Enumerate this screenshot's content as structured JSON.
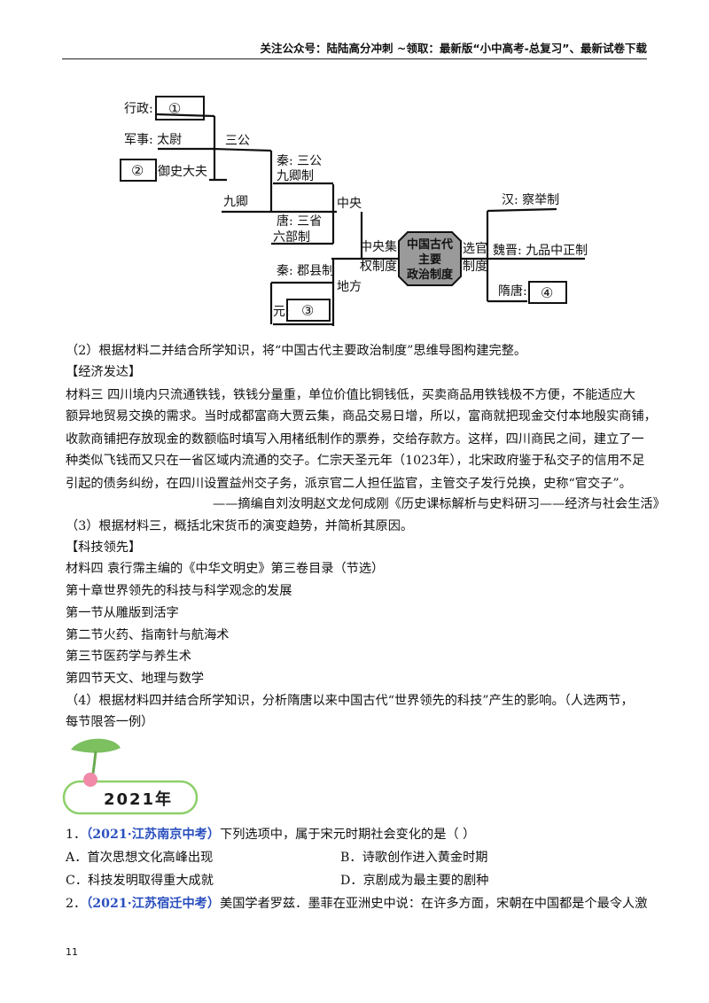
{
  "header": {
    "text": "关注公众号：陆陆高分冲刺 ~领取：最新版“小中高考-总复习”、最新试卷下载"
  },
  "diagram": {
    "xingzheng": "行政:",
    "m1": "①",
    "junshi": "军事:  太尉",
    "m2": "②",
    "yushi": "御史大夫",
    "sangong": "三公",
    "jiuqing": "九卿",
    "qin1": "秦: 三公",
    "qin2": "九卿制",
    "tang1": "唐: 三省",
    "tang2": "六部制",
    "zhongyang": "中央",
    "difang": "地方",
    "qin_jx": "秦: 郡县制",
    "yuan": "元:",
    "m3": "③",
    "jq1": "中央集",
    "jq2": "权制度",
    "center1": "中国古代",
    "center2": "主要",
    "center3": "政治制度",
    "xg1": "选官",
    "xg2": "制度",
    "han": "汉: 察举制",
    "weijin": "魏晋: 九品中正制",
    "suitang": "隋唐:",
    "m4": "④"
  },
  "lines": [
    "（2）根据材料二并结合所学知识，将“中国古代主要政治制度”思维导图构建完整。",
    "【经济发达】",
    "材料三    四川境内只流通铁钱，铁钱分量重，单位价值比铜钱低，买卖商品用铁钱极不方便，不能适应大",
    "额异地贸易交换的需求。当时成都富商大贾云集，商品交易日增，所以，富商就把现金交付本地殷实商铺，",
    "收款商铺把存放现金的数额临时填写入用楮纸制作的票券，交给存款方。这样，四川商民之间，建立了一",
    "种类似飞钱而又只在一省区域内流通的交子。仁宗天圣元年（1023年），北宋政府鉴于私交子的信用不足",
    "引起的债务纠纷，在四川设置益州交子务，派京官二人担任监官，主管交子发行兑换，史称“官交子”。",
    "——摘编自刘汝明赵文龙何成刚《历史课标解析与史料研习——经济与社会生活》",
    "（3）根据材料三，概括北宋货币的演变趋势，并简析其原因。",
    "【科技领先】",
    "材料四    袁行霈主编的《中华文明史》第三卷目录（节选）",
    "第十章世界领先的科技与科学观念的发展",
    "第一节从雕版到活字",
    "第二节火药、指南针与航海术",
    "第三节医药学与养生术",
    "第四节天文、地理与数学",
    "（4）根据材料四并结合所学知识，分析隋唐以来中国古代“世界领先的科技”产生的影响。（人选两节，",
    "每节限答一例）"
  ],
  "year_banner": "2021年",
  "q1": {
    "num": "1．",
    "src": "（2021·江苏南京中考）",
    "stem": "下列选项中，属于宋元时期社会变化的是（      ）",
    "A": "A．首次思想文化高峰出现",
    "B": "B．诗歌创作进入黄金时期",
    "C": "C．科技发明取得重大成就",
    "D": "D．京剧成为最主要的剧种"
  },
  "q2": {
    "num": "2．",
    "src": "（2021·江苏宿迁中考）",
    "stem": "美国学者罗兹．墨菲在亚洲史中说：在许多方面，宋朝在中国都是个最令人激"
  },
  "page_number": "11"
}
